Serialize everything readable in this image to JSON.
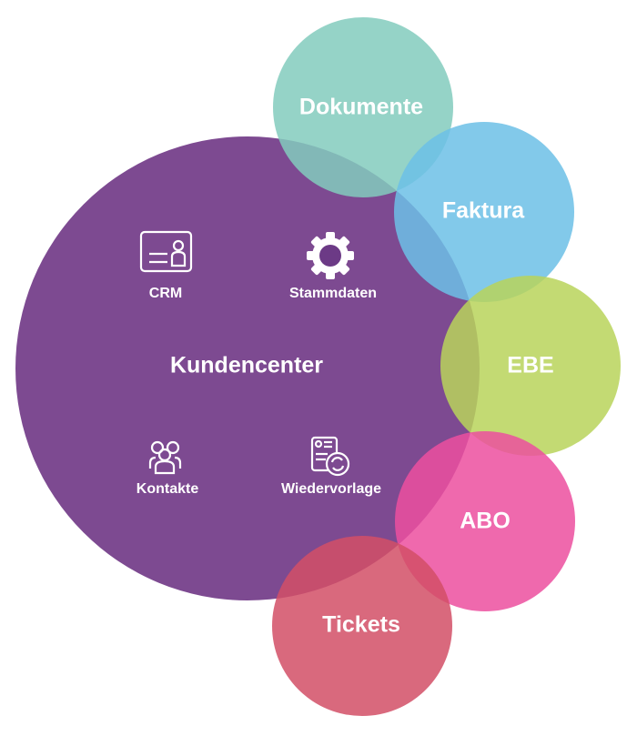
{
  "center": {
    "label": "Kundencenter",
    "color": "#7d4a91"
  },
  "features": [
    {
      "label": "CRM",
      "icon": "id-card-icon"
    },
    {
      "label": "Stammdaten",
      "icon": "gear-icon"
    },
    {
      "label": "Kontakte",
      "icon": "people-group-icon"
    },
    {
      "label": "Wiedervorlage",
      "icon": "document-refresh-icon"
    }
  ],
  "modules": [
    {
      "label": "Dokumente",
      "color": "#83cbbd"
    },
    {
      "label": "Faktura",
      "color": "#6cc0e6"
    },
    {
      "label": "EBE",
      "color": "#b8d45a"
    },
    {
      "label": "ABO",
      "color": "#ec4f9f"
    },
    {
      "label": "Tickets",
      "color": "#d24f66"
    }
  ]
}
